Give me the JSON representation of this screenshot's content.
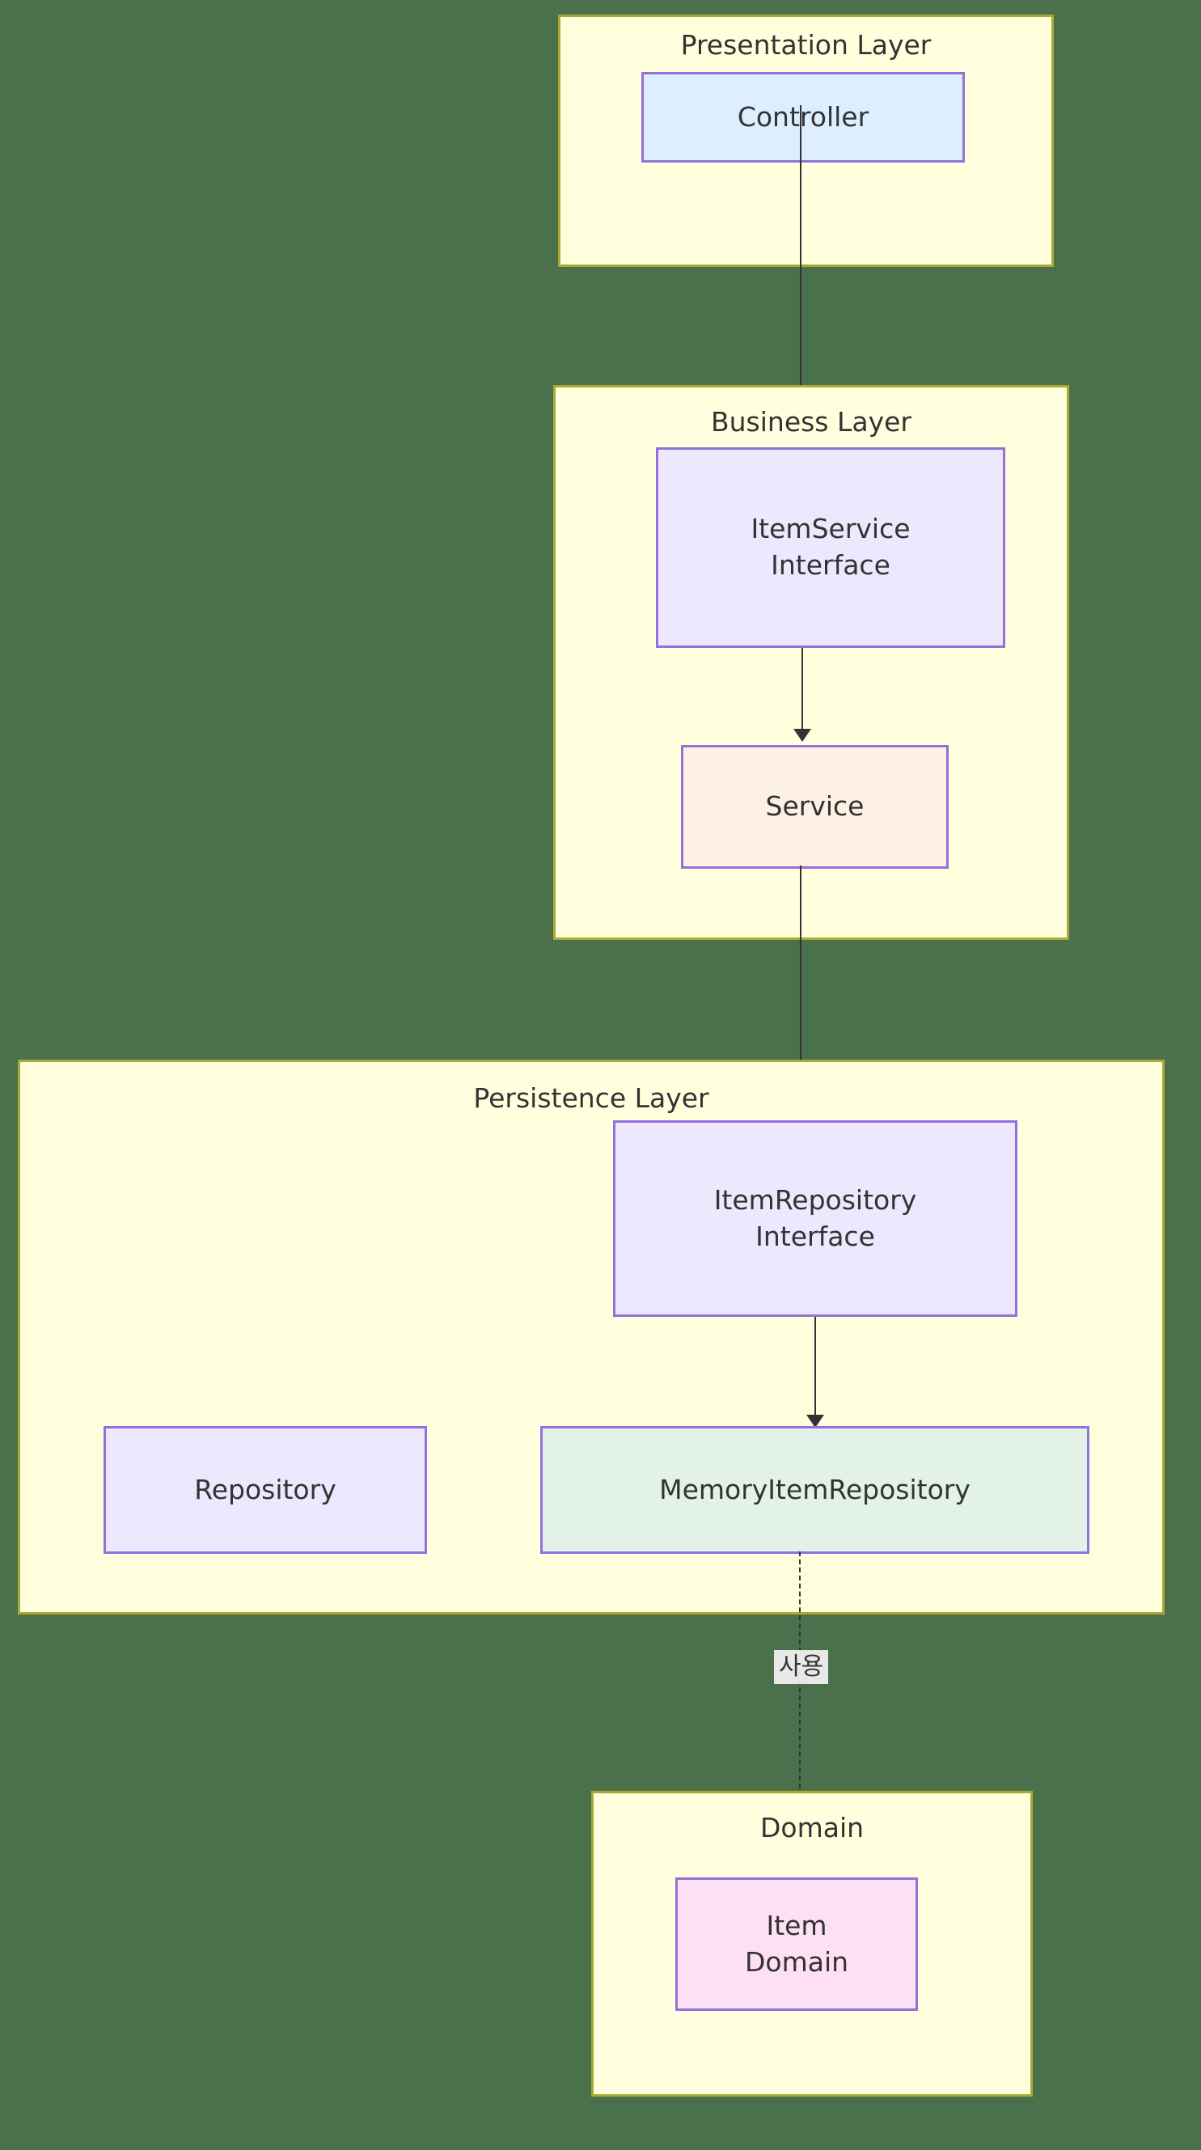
{
  "diagram": {
    "type": "layered-architecture-flowchart",
    "background_color": "#4a704c",
    "layer_fill_color": "#ffffde",
    "layer_border_color": "#aaaa33",
    "node_border_color": "#9370db",
    "edge_color": "#333333"
  },
  "layers": [
    {
      "id": "presentation",
      "title": "Presentation Layer",
      "nodes": [
        {
          "id": "controller",
          "label_lines": [
            "Controller"
          ],
          "fill": "#ddeeff"
        }
      ]
    },
    {
      "id": "business",
      "title": "Business Layer",
      "nodes": [
        {
          "id": "item-service-interface",
          "label_lines": [
            "ItemService",
            "Interface"
          ],
          "fill": "#ece8fd"
        },
        {
          "id": "service",
          "label_lines": [
            "Service"
          ],
          "fill": "#fdf1e4"
        }
      ]
    },
    {
      "id": "persistence",
      "title": "Persistence Layer",
      "nodes": [
        {
          "id": "item-repository-interface",
          "label_lines": [
            "ItemRepository",
            "Interface"
          ],
          "fill": "#ece8fd"
        },
        {
          "id": "repository",
          "label_lines": [
            "Repository"
          ],
          "fill": "#ece8fd"
        },
        {
          "id": "memory-item-repository",
          "label_lines": [
            "MemoryItemRepository"
          ],
          "fill": "#e3f2e9"
        }
      ]
    },
    {
      "id": "domain",
      "title": "Domain",
      "nodes": [
        {
          "id": "item-domain",
          "label_lines": [
            "Item",
            "Domain"
          ],
          "fill": "#fde0f3"
        }
      ]
    }
  ],
  "edges": [
    {
      "id": "controller-to-itemservice",
      "from": "controller",
      "to": "item-service-interface",
      "style": "solid",
      "label": ""
    },
    {
      "id": "itemservice-to-service",
      "from": "item-service-interface",
      "to": "service",
      "style": "solid",
      "label": ""
    },
    {
      "id": "service-to-itemrepository",
      "from": "service",
      "to": "item-repository-interface",
      "style": "solid",
      "label": ""
    },
    {
      "id": "itemrepository-to-memoryitemrepository",
      "from": "item-repository-interface",
      "to": "memory-item-repository",
      "style": "solid",
      "label": ""
    },
    {
      "id": "memoryitemrepository-to-itemdomain",
      "from": "memory-item-repository",
      "to": "item-domain",
      "style": "dotted",
      "label": "사용"
    }
  ],
  "labels": {
    "presentation_title": "Presentation Layer",
    "business_title": "Business Layer",
    "persistence_title": "Persistence Layer",
    "domain_title": "Domain",
    "controller": "Controller",
    "item_service_l1": "ItemService",
    "item_service_l2": "Interface",
    "service": "Service",
    "item_repository_l1": "ItemRepository",
    "item_repository_l2": "Interface",
    "repository": "Repository",
    "memory_item_repository": "MemoryItemRepository",
    "item_domain_l1": "Item",
    "item_domain_l2": "Domain",
    "edge_usage": "사용"
  }
}
